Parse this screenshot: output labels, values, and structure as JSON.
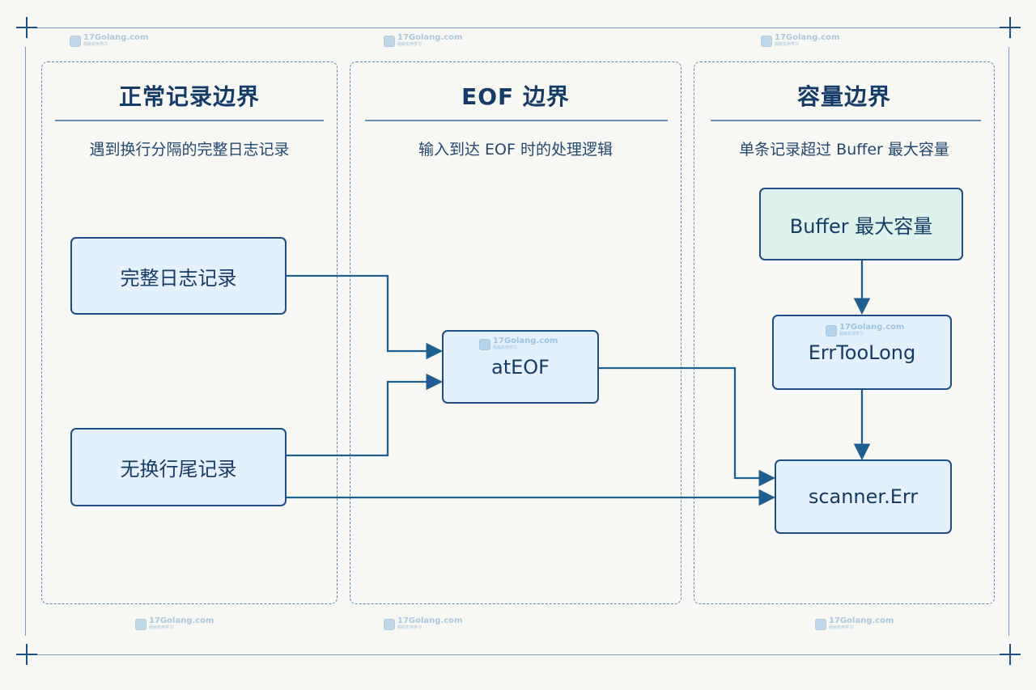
{
  "lanes": [
    {
      "title": "正常记录边界",
      "subtitle": "遇到换行分隔的完整日志记录"
    },
    {
      "title": "EOF 边界",
      "subtitle": "输入到达 EOF 时的处理逻辑"
    },
    {
      "title": "容量边界",
      "subtitle": "单条记录超过 Buffer 最大容量"
    }
  ],
  "nodes": {
    "complete_record": "完整日志记录",
    "no_newline_record": "无换行尾记录",
    "at_eof": "atEOF",
    "buffer_max": "Buffer 最大容量",
    "err_too_long": "ErrTooLong",
    "scanner_err": "scanner.Err"
  },
  "watermark": {
    "text": "17Golang.com",
    "small": "超级实用学习"
  },
  "colors": {
    "background": "#f7f8f4",
    "node_border": "#1e4f82",
    "node_fill": "#e4f0fb",
    "teal_fill": "#dff1ec",
    "arrow": "#1f5f90",
    "lane_border": "#5f86b2"
  },
  "icons": {
    "corner": "crosshair-corner-icon",
    "watermark": "17golang-logo-icon",
    "arrowhead": "arrowhead-icon"
  }
}
